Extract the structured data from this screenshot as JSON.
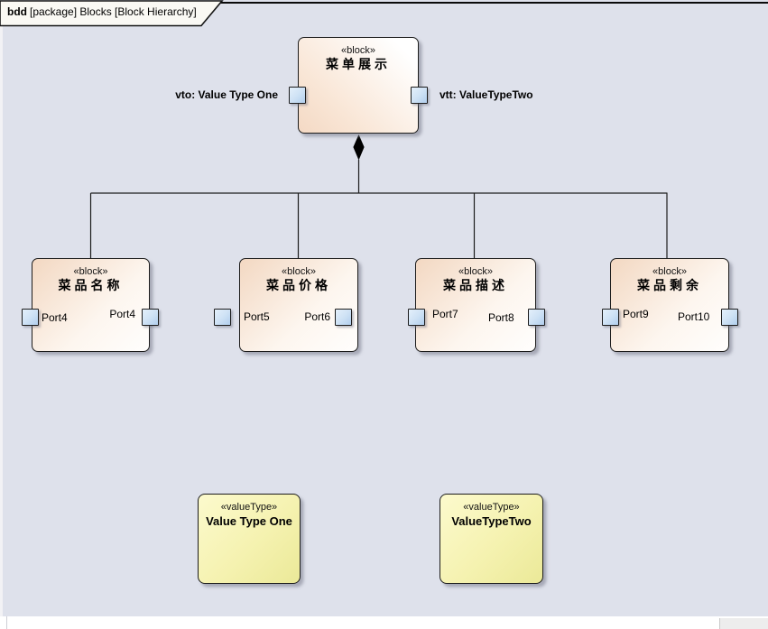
{
  "tab": {
    "keyword": "bdd",
    "title": "[package] Blocks [Block Hierarchy]"
  },
  "parent_block": {
    "stereotype": "«block»",
    "name": "菜单展示",
    "left_port_label": "vto: Value Type One",
    "right_port_label": "vtt: ValueTypeTwo"
  },
  "child_blocks": [
    {
      "stereotype": "«block»",
      "name": "菜品名称",
      "left_port_label": "Port4",
      "right_port_label": "Port4"
    },
    {
      "stereotype": "«block»",
      "name": "菜品价格",
      "left_port_label": "Port5",
      "right_port_label": "Port6"
    },
    {
      "stereotype": "«block»",
      "name": "菜品描述",
      "left_port_label": "Port7",
      "right_port_label": "Port8"
    },
    {
      "stereotype": "«block»",
      "name": "菜品剩余",
      "left_port_label": "Port9",
      "right_port_label": "Port10"
    }
  ],
  "value_types": [
    {
      "stereotype": "«valueType»",
      "name": "Value Type One"
    },
    {
      "stereotype": "«valueType»",
      "name": "ValueTypeTwo"
    }
  ],
  "relationship": {
    "type": "composition",
    "diamond_color": "#000000"
  },
  "colors": {
    "canvas_bg": "#dee1eb",
    "block_fill_dark": "#f3d8c2",
    "block_fill_light": "#fffefd",
    "valuetype_fill_light": "#fcfacd",
    "valuetype_fill_dark": "#ebe998",
    "port_fill_light": "#e4f0fb",
    "port_fill_dark": "#b2cfee",
    "line": "#1c1c1c"
  }
}
